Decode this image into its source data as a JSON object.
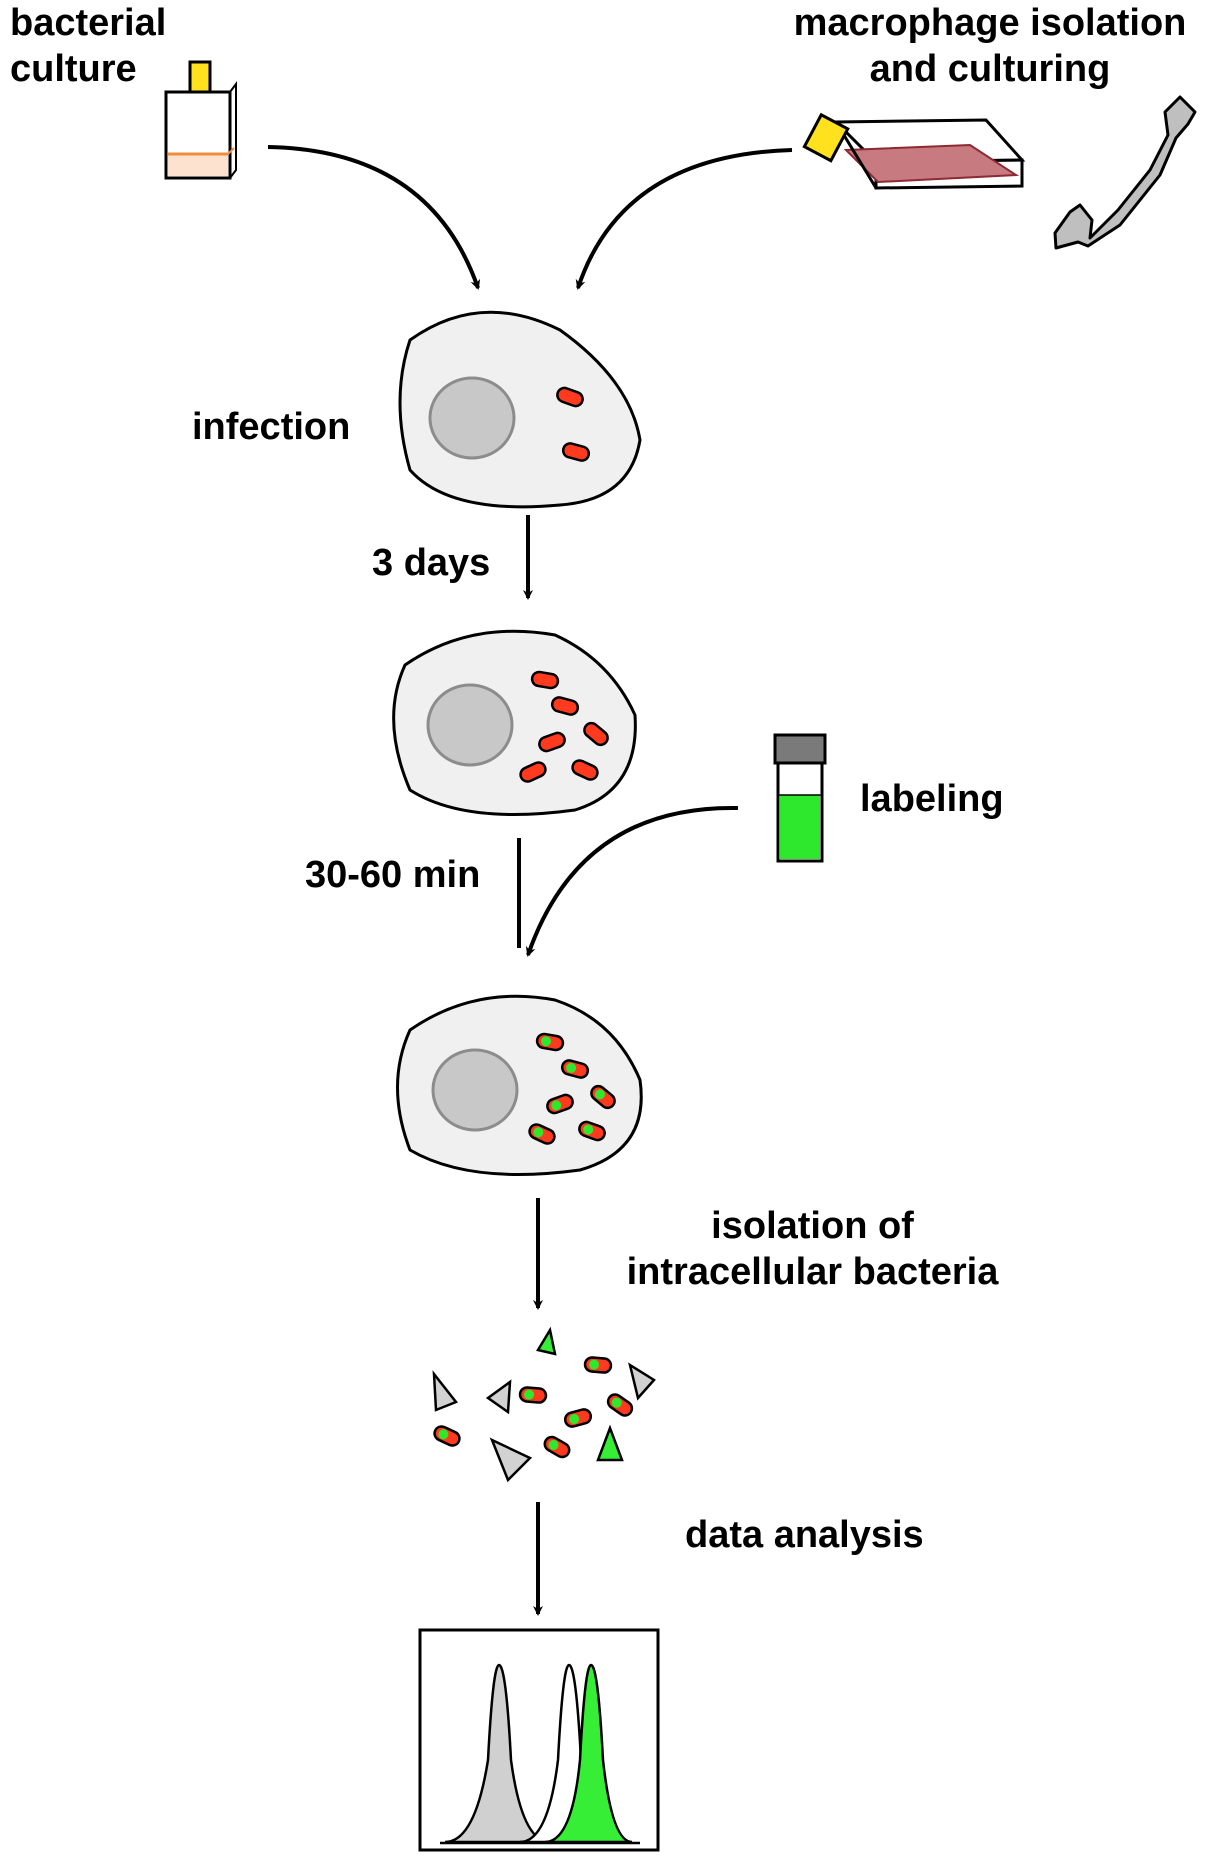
{
  "labels": {
    "bacterial_culture": [
      "bacterial",
      "culture"
    ],
    "macrophage": [
      "macrophage isolation",
      "and culturing"
    ],
    "infection": "infection",
    "three_days": "3 days",
    "labeling": "labeling",
    "time_30_60": "30-60 min",
    "isolation": [
      "isolation of",
      "intracellular bacteria"
    ],
    "data_analysis": "data analysis"
  },
  "colors": {
    "cell_fill": "#f0f0f0",
    "nucleus_fill": "#c8c8c8",
    "nucleus_stroke": "#8c8c8c",
    "bacterium_red": "#ff3a1e",
    "label_green": "#2ee82e",
    "debris_gray": "#d2d2d2",
    "culture_medium": "#fde3cf",
    "culture_medium_line": "#f08c3c",
    "flask_medium": "#c77b80",
    "cap_yellow": "#ffe11e",
    "bone_gray": "#bfbfbf",
    "vial_cap": "#7a7a7a",
    "peak_gray": "#d0d0d0",
    "peak_green": "#36ee36"
  },
  "icons": {
    "culture_bottle": "culture-bottle-icon",
    "cell_flask": "cell-culture-flask-icon",
    "bone": "bone-icon",
    "dye_vial": "fluorescent-dye-vial-icon",
    "histogram": "flow-cytometry-histogram-icon"
  },
  "bacteria_counts": {
    "infection": 2,
    "three_days": 6,
    "labeled": 6
  }
}
